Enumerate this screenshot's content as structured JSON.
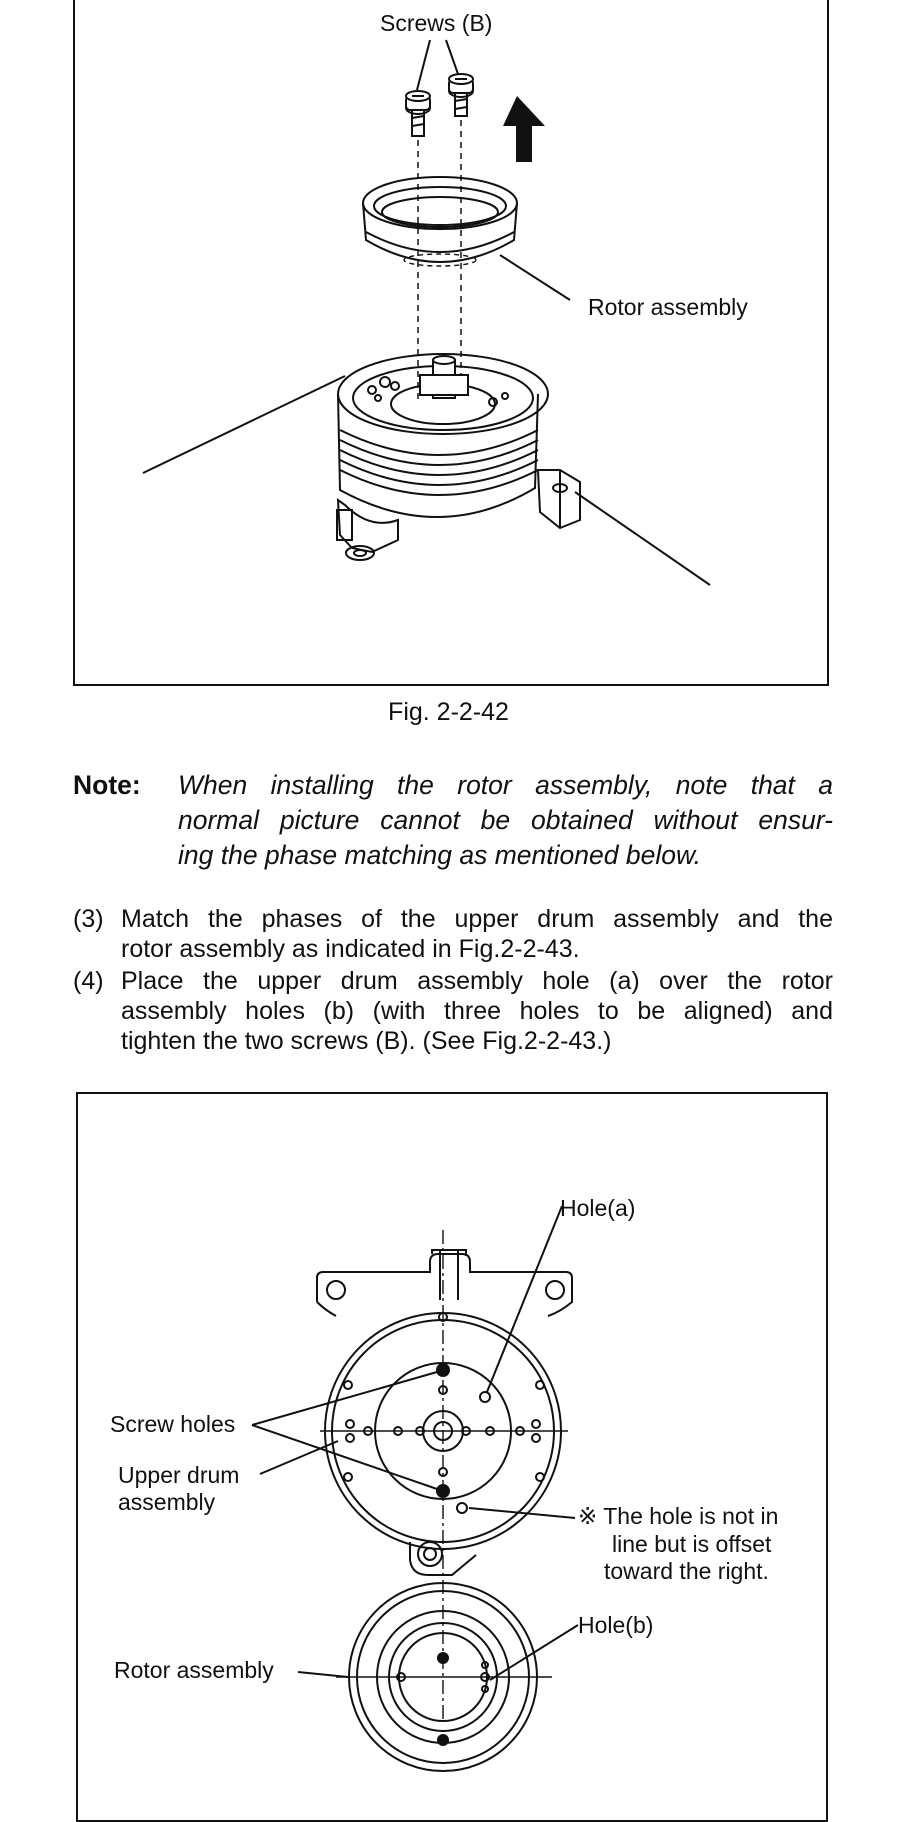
{
  "figure1": {
    "labels": {
      "screws": "Screws (B)",
      "rotor": "Rotor assembly"
    },
    "caption": "Fig. 2-2-42"
  },
  "note": {
    "label": "Note:",
    "lines": [
      "When installing the rotor assembly, note that a",
      "normal picture cannot be obtained without ensur-",
      "ing the phase matching as mentioned below."
    ]
  },
  "steps": [
    {
      "num": "(3)",
      "lines": [
        "Match the phases of the upper drum assembly and the",
        "rotor assembly as indicated in Fig.2-2-43."
      ]
    },
    {
      "num": "(4)",
      "lines": [
        "Place the upper drum assembly hole (a) over the rotor",
        "assembly holes (b) (with three holes to be aligned) and",
        "tighten the two screws (B). (See Fig.2-2-43.)"
      ]
    }
  ],
  "figure2": {
    "labels": {
      "hole_a": "Hole(a)",
      "screw_holes": "Screw holes",
      "upper_drum_1": "Upper drum",
      "upper_drum_2": "assembly",
      "offset_1": "※ The hole is not in",
      "offset_2": "line but is offset",
      "offset_3": "toward the right.",
      "hole_b": "Hole(b)",
      "rotor": "Rotor assembly"
    }
  }
}
